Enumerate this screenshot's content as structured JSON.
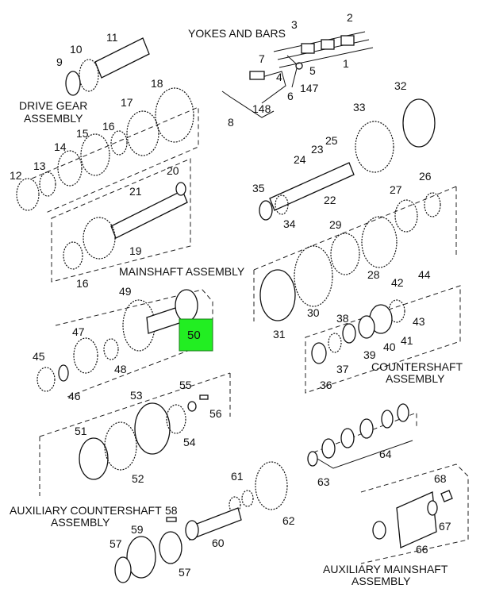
{
  "section_labels": {
    "yokes_and_bars": "YOKES AND BARS",
    "drive_gear_1": "DRIVE GEAR",
    "drive_gear_2": "ASSEMBLY",
    "mainshaft": "MAINSHAFT ASSEMBLY",
    "countershaft_1": "COUNTERSHAFT",
    "countershaft_2": "ASSEMBLY",
    "aux_countershaft_1": "AUXILIARY COUNTERSHAFT",
    "aux_countershaft_2": "ASSEMBLY",
    "aux_mainshaft_1": "AUXILIARY MAINSHAFT",
    "aux_mainshaft_2": "ASSEMBLY"
  },
  "highlight": {
    "part_number": "50",
    "color": "#22ee22"
  },
  "parts": [
    {
      "id": "p1",
      "n": "1"
    },
    {
      "id": "p2",
      "n": "2"
    },
    {
      "id": "p3",
      "n": "3"
    },
    {
      "id": "p4",
      "n": "4"
    },
    {
      "id": "p5",
      "n": "5"
    },
    {
      "id": "p6",
      "n": "6"
    },
    {
      "id": "p147",
      "n": "147"
    },
    {
      "id": "p7",
      "n": "7"
    },
    {
      "id": "p8",
      "n": "8"
    },
    {
      "id": "p148",
      "n": "148"
    },
    {
      "id": "p9",
      "n": "9"
    },
    {
      "id": "p10",
      "n": "10"
    },
    {
      "id": "p11",
      "n": "11"
    },
    {
      "id": "p12",
      "n": "12"
    },
    {
      "id": "p13",
      "n": "13"
    },
    {
      "id": "p14",
      "n": "14"
    },
    {
      "id": "p15",
      "n": "15"
    },
    {
      "id": "p16a",
      "n": "16"
    },
    {
      "id": "p17",
      "n": "17"
    },
    {
      "id": "p18",
      "n": "18"
    },
    {
      "id": "p20",
      "n": "20"
    },
    {
      "id": "p21",
      "n": "21"
    },
    {
      "id": "p19",
      "n": "19"
    },
    {
      "id": "p16b",
      "n": "16"
    },
    {
      "id": "p22",
      "n": "22"
    },
    {
      "id": "p23",
      "n": "23"
    },
    {
      "id": "p24",
      "n": "24"
    },
    {
      "id": "p25",
      "n": "25"
    },
    {
      "id": "p26",
      "n": "26"
    },
    {
      "id": "p27",
      "n": "27"
    },
    {
      "id": "p28",
      "n": "28"
    },
    {
      "id": "p29",
      "n": "29"
    },
    {
      "id": "p30",
      "n": "30"
    },
    {
      "id": "p31",
      "n": "31"
    },
    {
      "id": "p32",
      "n": "32"
    },
    {
      "id": "p33",
      "n": "33"
    },
    {
      "id": "p34",
      "n": "34"
    },
    {
      "id": "p35",
      "n": "35"
    },
    {
      "id": "p36",
      "n": "36"
    },
    {
      "id": "p37",
      "n": "37"
    },
    {
      "id": "p38",
      "n": "38"
    },
    {
      "id": "p39",
      "n": "39"
    },
    {
      "id": "p40",
      "n": "40"
    },
    {
      "id": "p41",
      "n": "41"
    },
    {
      "id": "p42",
      "n": "42"
    },
    {
      "id": "p43",
      "n": "43"
    },
    {
      "id": "p44",
      "n": "44"
    },
    {
      "id": "p45",
      "n": "45"
    },
    {
      "id": "p46",
      "n": "46"
    },
    {
      "id": "p47",
      "n": "47"
    },
    {
      "id": "p48",
      "n": "48"
    },
    {
      "id": "p49",
      "n": "49"
    },
    {
      "id": "p51",
      "n": "51"
    },
    {
      "id": "p52",
      "n": "52"
    },
    {
      "id": "p53",
      "n": "53"
    },
    {
      "id": "p54",
      "n": "54"
    },
    {
      "id": "p55",
      "n": "55"
    },
    {
      "id": "p56",
      "n": "56"
    },
    {
      "id": "p57a",
      "n": "57"
    },
    {
      "id": "p57b",
      "n": "57"
    },
    {
      "id": "p58",
      "n": "58"
    },
    {
      "id": "p59",
      "n": "59"
    },
    {
      "id": "p60",
      "n": "60"
    },
    {
      "id": "p61",
      "n": "61"
    },
    {
      "id": "p62",
      "n": "62"
    },
    {
      "id": "p63",
      "n": "63"
    },
    {
      "id": "p64",
      "n": "64"
    },
    {
      "id": "p66",
      "n": "66"
    },
    {
      "id": "p67",
      "n": "67"
    },
    {
      "id": "p68",
      "n": "68"
    }
  ]
}
